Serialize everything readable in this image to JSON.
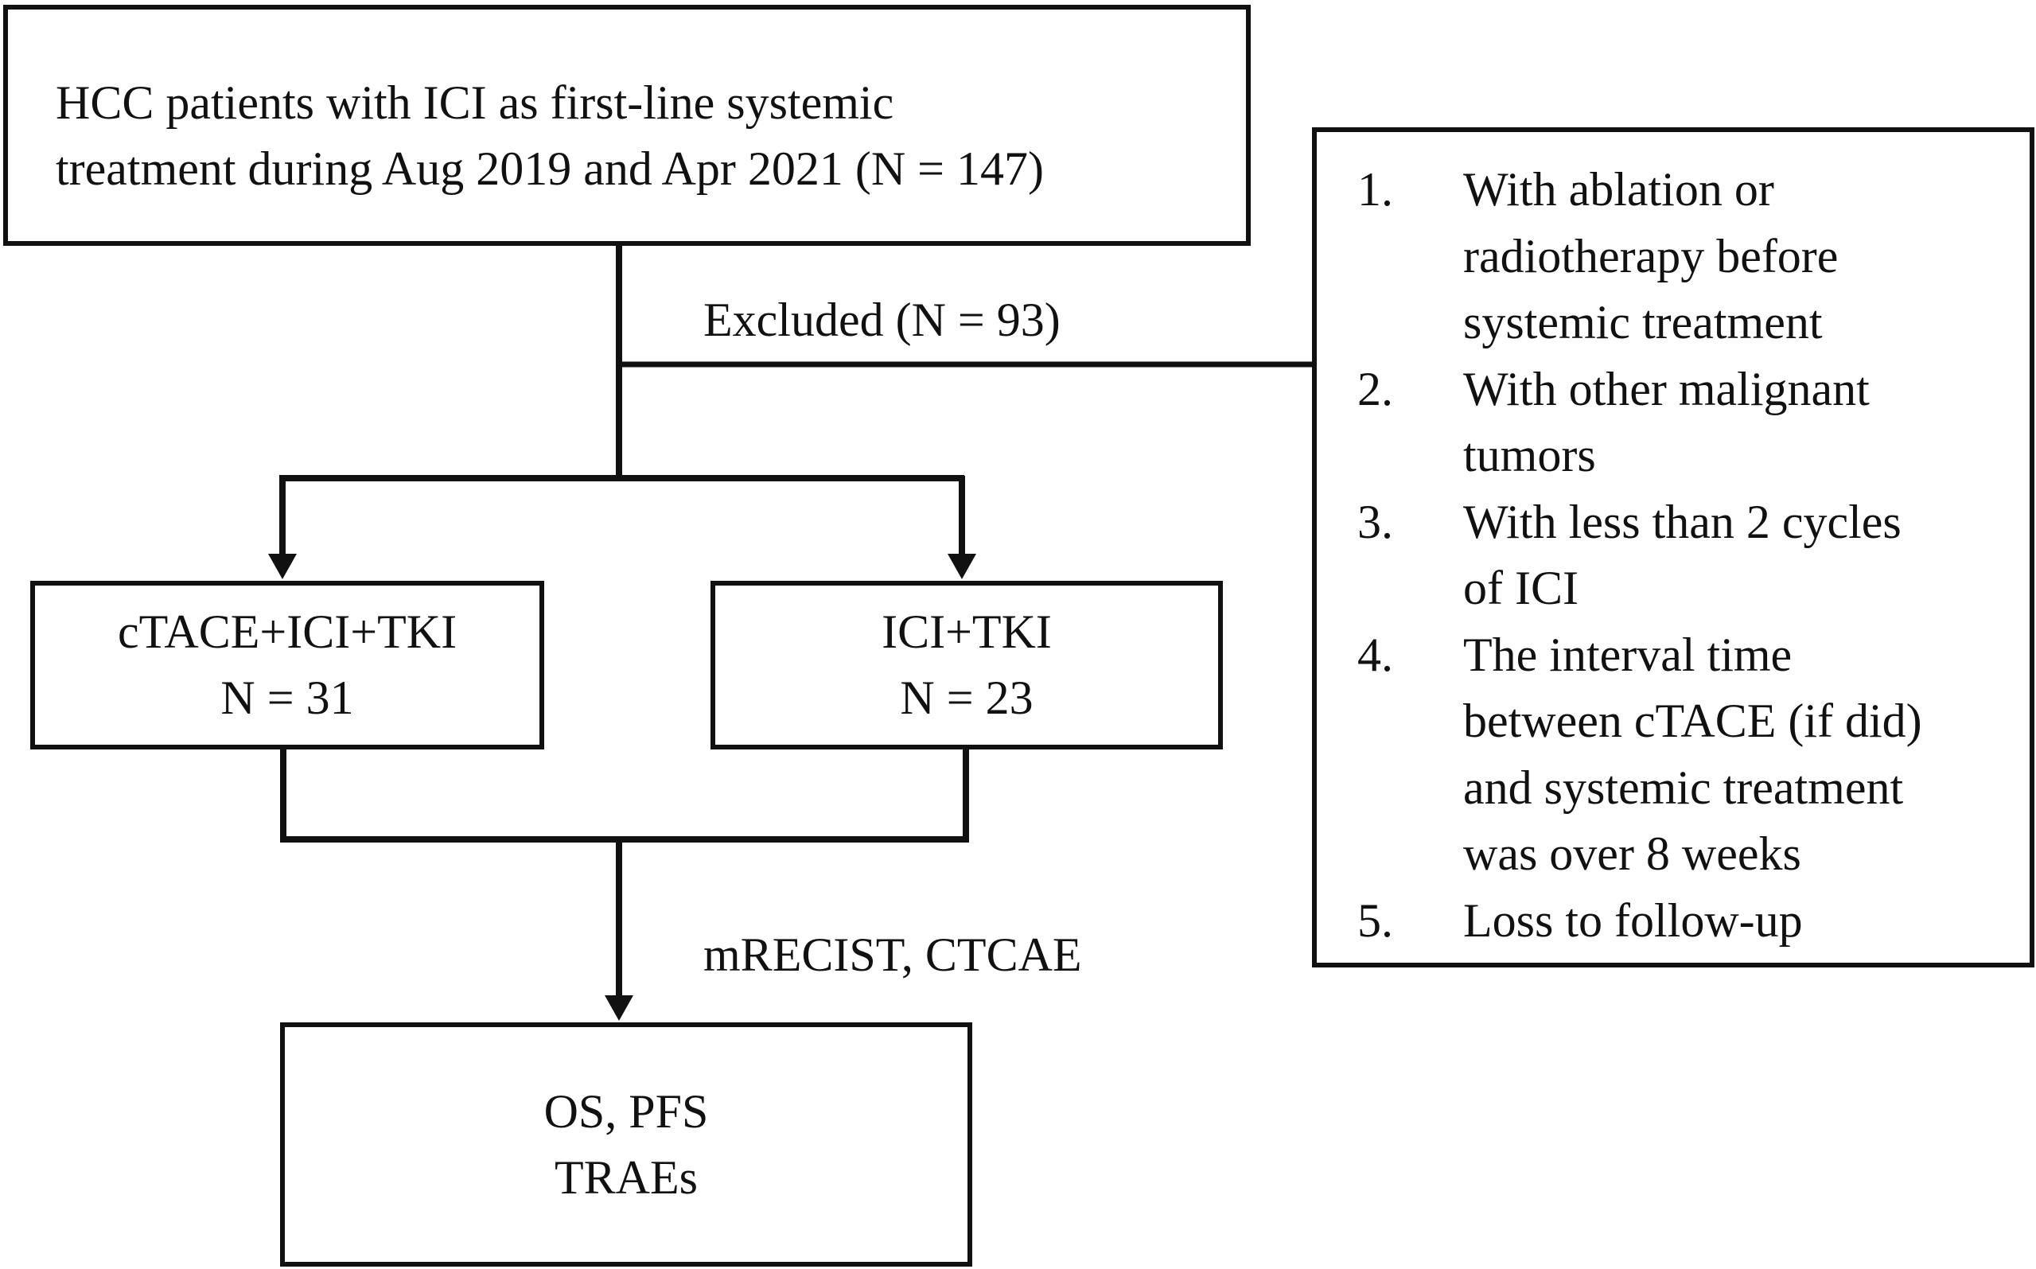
{
  "boxes": {
    "enrolled": {
      "lines": [
        "HCC patients with ICI as first-line systemic",
        "treatment during Aug 2019 and Apr 2021 (N = 147)"
      ]
    },
    "group_ctace": {
      "name": "cTACE+ICI+TKI",
      "count": "N = 31"
    },
    "group_ici": {
      "name": "ICI+TKI",
      "count": "N = 23"
    },
    "outcomes": {
      "lines": [
        "OS, PFS",
        "TRAEs"
      ]
    }
  },
  "exclusion": {
    "label": "Excluded (N = 93)",
    "criteria": [
      {
        "number": "1.",
        "lines": [
          "With ablation or",
          "radiotherapy before",
          "systemic treatment"
        ]
      },
      {
        "number": "2.",
        "lines": [
          "With other malignant",
          "tumors"
        ]
      },
      {
        "number": "3.",
        "lines": [
          "With less than 2 cycles",
          "of ICI"
        ]
      },
      {
        "number": "4.",
        "lines": [
          "The interval time",
          "between cTACE (if did)",
          "and systemic treatment",
          "was over 8 weeks"
        ]
      },
      {
        "number": "5.",
        "lines": [
          "Loss to follow-up"
        ]
      }
    ]
  },
  "assessment_label": "mRECIST, CTCAE",
  "colors": {
    "stroke": "#111111",
    "background": "#ffffff"
  }
}
